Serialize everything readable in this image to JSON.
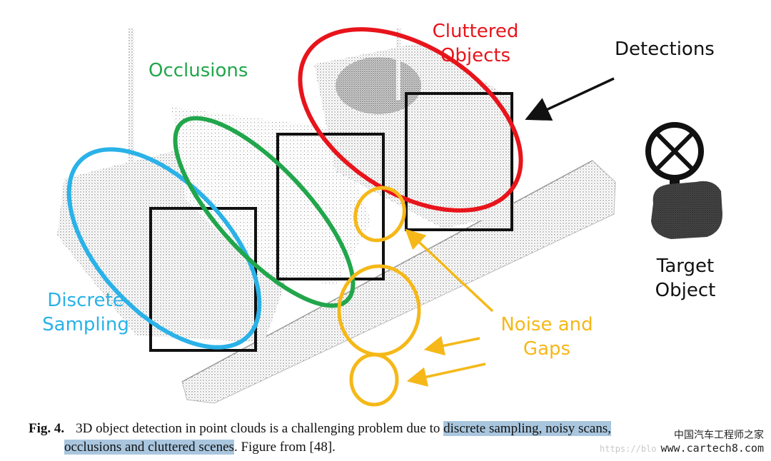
{
  "figure": {
    "labels": {
      "cluttered_line1": "Cluttered",
      "cluttered_line2": "Objects",
      "occlusions": "Occlusions",
      "detections": "Detections",
      "discrete_line1": "Discrete",
      "discrete_line2": "Sampling",
      "noise_line1": "Noise and",
      "noise_line2": "Gaps",
      "target_line1": "Target",
      "target_line2": "Object"
    },
    "colors": {
      "cluttered": "#e8141b",
      "occlusions": "#21a64b",
      "discrete": "#2ab2e8",
      "noise": "#f5b818",
      "detections": "#111111",
      "points": "#555555"
    }
  },
  "caption": {
    "fig_label": "Fig. 4.",
    "text_part1": "3D object detection in point clouds is a challenging problem due to ",
    "highlight_line1": "discrete sampling, noisy scans,",
    "highlight_line2": "occlusions and cluttered scenes",
    "text_part2": ". Figure from [48]."
  },
  "watermark": {
    "chinese": "中国汽车工程师之家",
    "blog": "https://blo",
    "site": "www.cartech8.com"
  }
}
